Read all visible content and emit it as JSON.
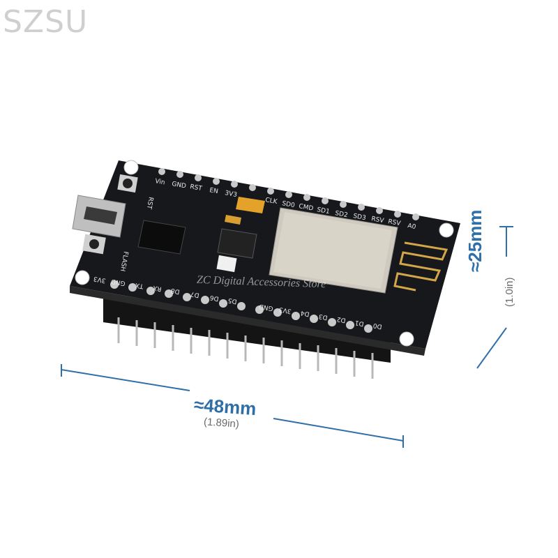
{
  "watermark": {
    "brand": "SZSU",
    "store": "ZC Digital Accessories Store"
  },
  "dimensions": {
    "length_label": "≈48mm",
    "length_sub": "(1.89in)",
    "width_label": "≈25mm",
    "width_sub": "(1.0in)"
  },
  "board": {
    "top_pins": [
      "Vin",
      "GND",
      "RST",
      "EN",
      "3V3",
      "CLK",
      "SD0",
      "CMD",
      "SD1",
      "SD2",
      "SD3",
      "RSV",
      "RSV",
      "A0"
    ],
    "bottom_pins": [
      "3V3",
      "GND",
      "TX",
      "RX",
      "D8",
      "D7",
      "D6",
      "D5",
      "GND",
      "3V3",
      "D4",
      "D3",
      "D2",
      "D1",
      "D0"
    ],
    "buttons": [
      "RST",
      "FLASH"
    ],
    "colors": {
      "pcb": "#16181c",
      "silkscreen": "#e8e8e8",
      "shield": "#cfcac0",
      "accent": "#2f6fa8"
    }
  }
}
